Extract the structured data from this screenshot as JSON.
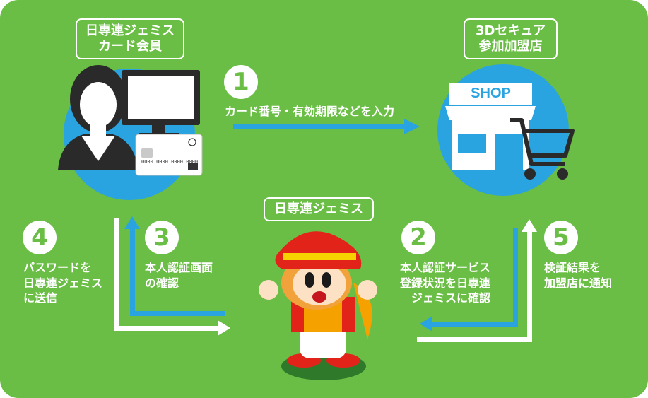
{
  "actors": {
    "member": {
      "line1": "日専連ジェミス",
      "line2": "カード会員"
    },
    "store": {
      "line1": "3Dセキュア",
      "line2": "参加加盟店"
    },
    "jemis": {
      "label": "日専連ジェミス"
    }
  },
  "card": {
    "number": "0000 0000 0000 0000"
  },
  "shop_sign": "SHOP",
  "steps": [
    {
      "num": "1",
      "lines": [
        "カード番号・有効期限などを入力"
      ]
    },
    {
      "num": "2",
      "lines": [
        "本人認証サービス",
        "登録状況を日専連",
        "ジェミスに確認"
      ]
    },
    {
      "num": "3",
      "lines": [
        "本人認証画面",
        "の確認"
      ]
    },
    {
      "num": "4",
      "lines": [
        "パスワードを",
        "日専連ジェミス",
        "に送信"
      ]
    },
    {
      "num": "5",
      "lines": [
        "検証結果を",
        "加盟店に通知"
      ]
    }
  ],
  "colors": {
    "background": "#6abd45",
    "arrow_blue": "#2aa4e0",
    "circle_blue": "#2aa4e0",
    "white": "#ffffff",
    "mascot_red": "#e2231a"
  }
}
